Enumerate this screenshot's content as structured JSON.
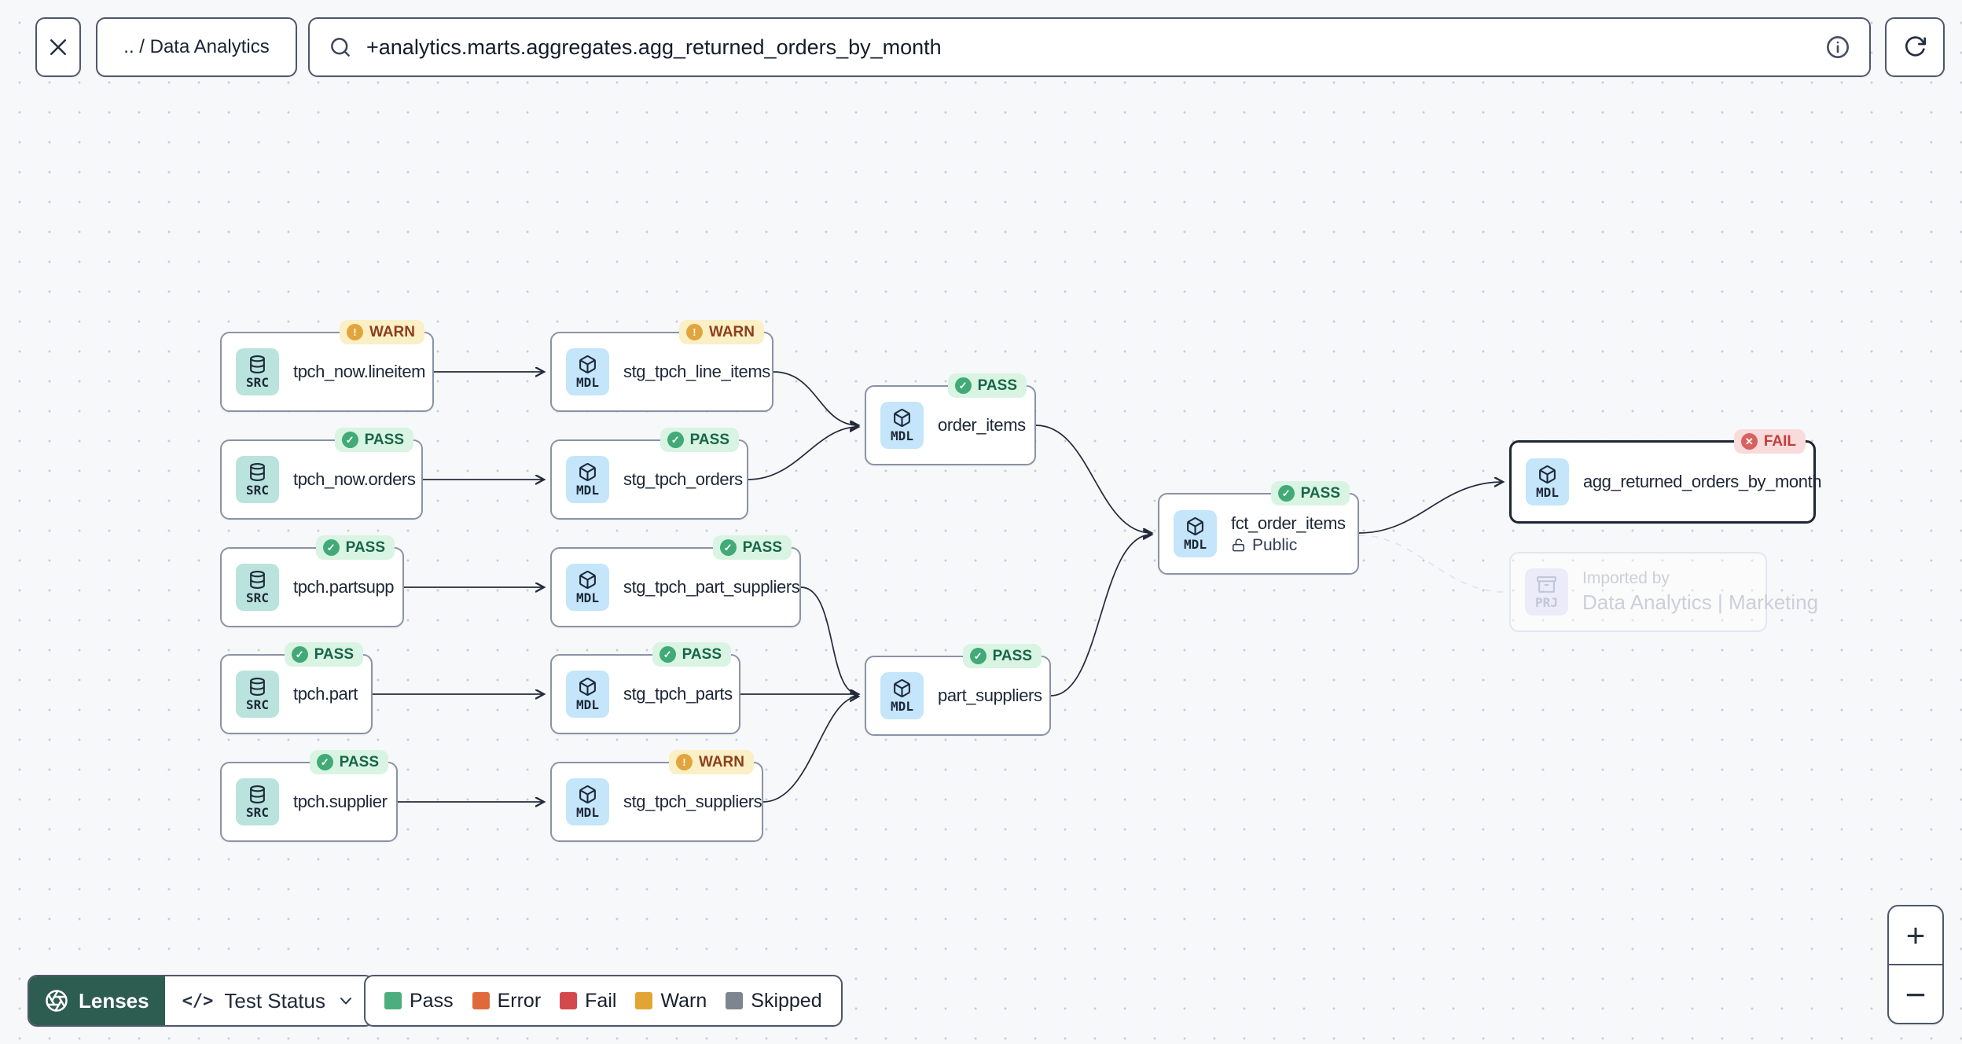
{
  "topbar": {
    "breadcrumb": ".. / Data Analytics",
    "search": {
      "value": "+analytics.marts.aggregates.agg_returned_orders_by_month"
    }
  },
  "graph": {
    "nodes": [
      {
        "type": "SRC",
        "label": "tpch_now.lineitem",
        "status": "WARN"
      },
      {
        "type": "MDL",
        "label": "stg_tpch_line_items",
        "status": "WARN"
      },
      {
        "type": "SRC",
        "label": "tpch_now.orders",
        "status": "PASS"
      },
      {
        "type": "MDL",
        "label": "stg_tpch_orders",
        "status": "PASS"
      },
      {
        "type": "SRC",
        "label": "tpch.partsupp",
        "status": "PASS"
      },
      {
        "type": "MDL",
        "label": "stg_tpch_part_suppliers",
        "status": "PASS"
      },
      {
        "type": "SRC",
        "label": "tpch.part",
        "status": "PASS"
      },
      {
        "type": "MDL",
        "label": "stg_tpch_parts",
        "status": "PASS"
      },
      {
        "type": "SRC",
        "label": "tpch.supplier",
        "status": "PASS"
      },
      {
        "type": "MDL",
        "label": "stg_tpch_suppliers",
        "status": "WARN"
      },
      {
        "type": "MDL",
        "label": "order_items",
        "status": "PASS"
      },
      {
        "type": "MDL",
        "label": "part_suppliers",
        "status": "PASS"
      },
      {
        "type": "MDL",
        "label": "fct_order_items",
        "status": "PASS",
        "sublabel": "Public"
      },
      {
        "type": "MDL",
        "label": "agg_returned_orders_by_month",
        "status": "FAIL",
        "selected": true
      },
      {
        "type": "PRJ",
        "label": "Imported by",
        "sublabel": "Data Analytics | Marketing"
      }
    ]
  },
  "footer": {
    "lenses_label": "Lenses",
    "lens_selector": {
      "icon": "</>",
      "value": "Test Status"
    },
    "legend": [
      {
        "label": "Pass",
        "color": "#4cae7e"
      },
      {
        "label": "Error",
        "color": "#e0693c"
      },
      {
        "label": "Fail",
        "color": "#d4494b"
      },
      {
        "label": "Warn",
        "color": "#e2a531"
      },
      {
        "label": "Skipped",
        "color": "#7d868f"
      }
    ]
  },
  "zoom_controls": {
    "in": "+",
    "out": "−"
  },
  "colors": {
    "pass_badge_bg": "#d9f4e3",
    "pass_badge_text": "#176548",
    "warn_badge_bg": "#faefc5",
    "warn_badge_text": "#8c3f1d",
    "fail_badge_bg": "#f9dbdb",
    "fail_badge_text": "#c23d39",
    "lenses_button_bg": "#2d5c50",
    "src_icon_bg": "#b9e3dc",
    "mdl_icon_bg": "#c4e5fa",
    "prj_icon_bg": "#e9e9f9"
  }
}
